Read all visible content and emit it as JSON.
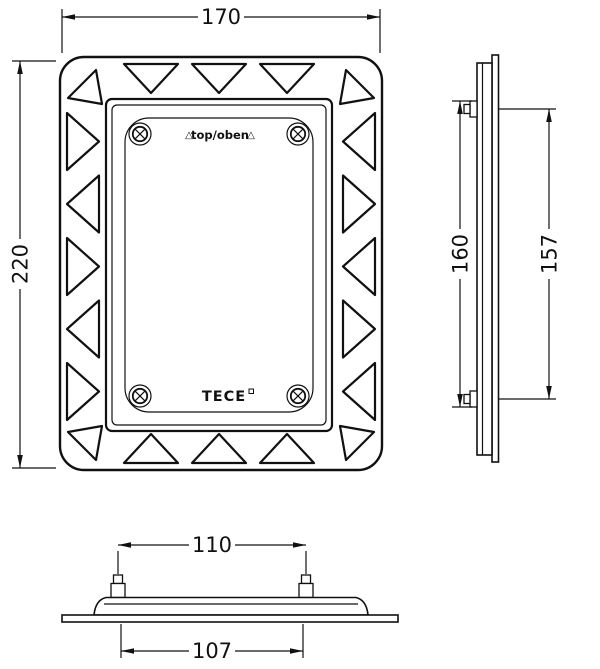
{
  "page": {
    "background": "#ffffff",
    "line_color": "#111111"
  },
  "drawing": {
    "front_view": {
      "width_mm": "170",
      "height_mm": "220",
      "orientation_marker": "△",
      "orientation_text": "top/oben",
      "brand": "TECE"
    },
    "side_view": {
      "pin_span_mm": "160",
      "plate_height_mm": "157"
    },
    "bottom_view": {
      "pin_spacing_mm": "110",
      "plate_width_mm": "107"
    }
  }
}
